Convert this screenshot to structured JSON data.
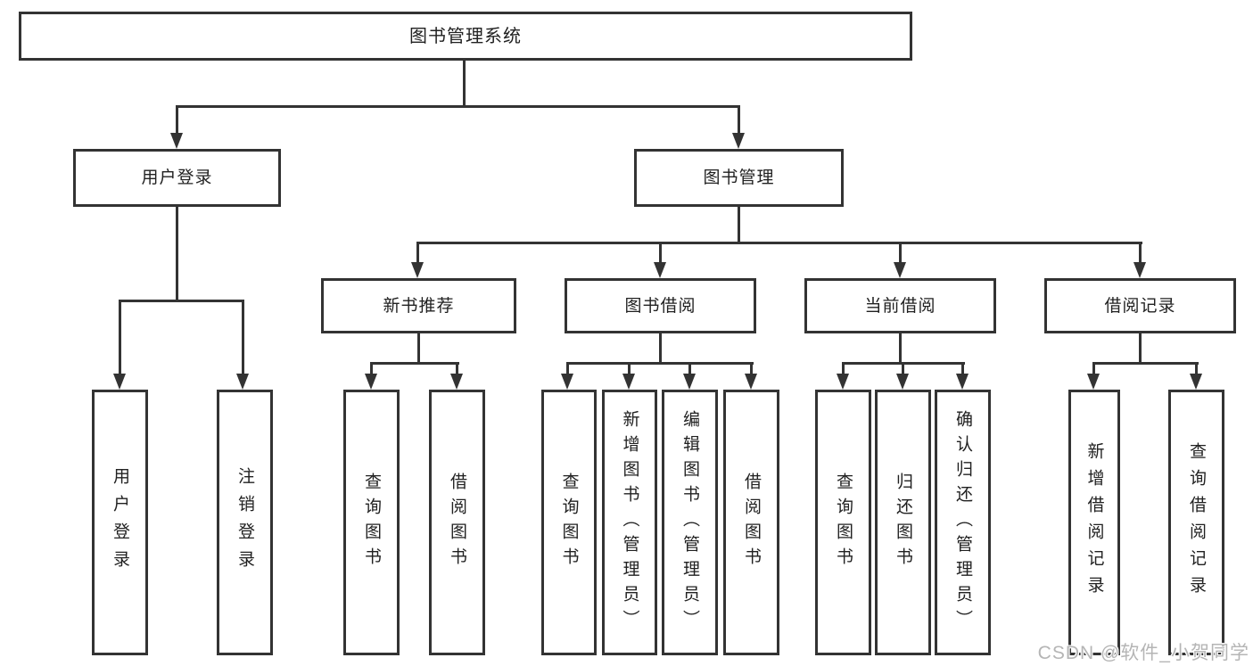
{
  "root": {
    "label": "图书管理系统"
  },
  "level2": [
    {
      "label": "用户登录"
    },
    {
      "label": "图书管理"
    }
  ],
  "level3": [
    {
      "label": "新书推荐",
      "parent": "图书管理"
    },
    {
      "label": "图书借阅",
      "parent": "图书管理"
    },
    {
      "label": "当前借阅",
      "parent": "图书管理"
    },
    {
      "label": "借阅记录",
      "parent": "图书管理"
    }
  ],
  "leaves": [
    {
      "label": "用户登录",
      "parent": "用户登录"
    },
    {
      "label": "注销登录",
      "parent": "用户登录"
    },
    {
      "label": "查询图书",
      "parent": "新书推荐"
    },
    {
      "label": "借阅图书",
      "parent": "新书推荐"
    },
    {
      "label": "查询图书",
      "parent": "图书借阅"
    },
    {
      "label": "新增图书（管理员）",
      "parent": "图书借阅"
    },
    {
      "label": "编辑图书（管理员）",
      "parent": "图书借阅"
    },
    {
      "label": "借阅图书",
      "parent": "图书借阅"
    },
    {
      "label": "查询图书",
      "parent": "当前借阅"
    },
    {
      "label": "归还图书",
      "parent": "当前借阅"
    },
    {
      "label": "确认归还（管理员）",
      "parent": "当前借阅"
    },
    {
      "label": "新增借阅记录",
      "parent": "借阅记录"
    },
    {
      "label": "查询借阅记录",
      "parent": "借阅记录"
    }
  ],
  "watermark": {
    "text": "CSDN @软件_小贺同学"
  },
  "colors": {
    "line": "#333333",
    "text": "#212121",
    "watermark": "#b5b5b5",
    "background": "#ffffff"
  }
}
